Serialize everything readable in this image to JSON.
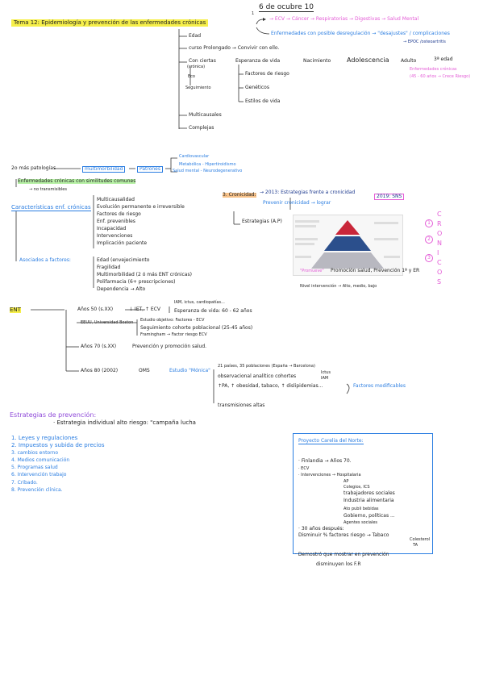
{
  "header": {
    "title": "Tema 12: Epidemiología y prevención de las enfermedades crónicas",
    "number": "1",
    "date": "6 de ocubre 10"
  },
  "top": {
    "chain": "→ ECV → Cáncer → Respiratorias → Digestivas → Salud Mental",
    "enf": "Enfermedades con posible desregulación → \"desajustes\" / complicaciones",
    "enf2": "→ EPOC /osteoartritis",
    "edad": "Edad",
    "curso": "curso Prolongado → Convivir con ello.",
    "cierta": "Con ciertas",
    "cierta2": "(crónica)",
    "esperanza": "Esperanza de vida",
    "nacimiento": "Nacimiento",
    "adolescencia": "Adolescencia",
    "adulto": "Adulto",
    "edad3": "3ª edad",
    "enfc": "Enfermedades crónicas",
    "riesgo65": "(45 - 60 años → Crece Riesgo)",
    "eco": "Eco",
    "seguimiento": "Seguimiento",
    "factores": "Factores de riesgo",
    "geneticos": "Genéticos",
    "estilos": "Estilos de vida",
    "multicausales": "Multicausales",
    "complejas": "Complejas"
  },
  "multi": {
    "mas2": "2o más patologías",
    "multimorb": "multimorbilidad",
    "patrones": "Patrones",
    "p1": "Cardiovascular",
    "p2": "Metabólica - Hipertiroidismo",
    "p3": "Salud mental - Neurodegenerativo",
    "enfcron": "Enfermedades crónicas con similitudes comunes",
    "notrans": "→ no transmisibles"
  },
  "cronicidad": {
    "title": "3. Cronicidad:",
    "c1": "→ 2013: Estrategias frente a cronicidad",
    "c2": "Prevenir cronicidad → lograr",
    "c3": "2019: SNS",
    "estrategias": "Estrategias (A.P)",
    "vertical": [
      "C",
      "R",
      "O",
      "N",
      "I",
      "C",
      "O",
      "S"
    ],
    "nums": [
      "1",
      "2",
      "3"
    ],
    "promueve": "\"Promueve\"",
    "promueve2": "Promoción salud, Prevención 1ª y ER",
    "nivel": "Nivel intervención → Alto, medio, bajo"
  },
  "caract": {
    "title": "Características enf. crónicas",
    "items": [
      "Multicausalidad",
      "Evolución permanente e irreversible",
      "Factores de riesgo",
      "Enf. prevenibles",
      "Incapacidad",
      "Intervenciones",
      "Implicación paciente"
    ],
    "asociados": "Asociados a factores:",
    "asoc": [
      "Edad (envejecimiento",
      "Fragilidad",
      "Multimorbilidad (2 ó más ENT crónicas)",
      "Polifarmacia (6+ prescripciones)",
      "Dependencia → Alto"
    ]
  },
  "ent": {
    "label": "ENT",
    "a50": "Años 50 (s.XX)",
    "ecv": "↓ IET, ↑ ECV",
    "iam": "IAM, ictus, cardiopatías...",
    "esp": "Esperanza de vida: 60 - 62 años",
    "boston": "EEUU, Universidad Boston",
    "estudio": "Estudio objetivo: Factores - ECV",
    "seguim": "Seguimiento cohorte poblacional (25-45 años)",
    "fram": "Framingham → Factor riesgo ECV",
    "a70": "Años 70 (s.XX)",
    "prom": "Prevención y promoción salud.",
    "a80": "Años 80 (2002)",
    "oms": "OMS",
    "monica": "Estudio \"Mónica\"",
    "paises": "21 países, 35 poblaciones (España → Barcelona)",
    "observ": "observacional analítico cohortes",
    "ictus": "Ictus",
    "iam2": "IAM",
    "tpa": "↑PA, ↑ obesidad, tabaco, ↑ dislipidemias...",
    "modif": "Factores modificables",
    "trans": "transmisiones altas"
  },
  "prev": {
    "title": "Estrategias de prevención:",
    "sub": "· Estrategia individual alto riesgo: \"campaña lucha",
    "items": [
      "1. Leyes y regulaciones",
      "2. Impuestos y subida de precios",
      "3. cambios entorno",
      "4. Medios comunicación",
      "5. Programas salud",
      "6. Intervención trabajo",
      "7. Cribado.",
      "8. Prevención clínica."
    ]
  },
  "karelia": {
    "title": "Proyecto Carelia del Norte:",
    "l1": "· Finlandia → Años 70.",
    "l2": "· ECV",
    "l3": "· Intervenciones → Hospitalaria",
    "l4": "AP",
    "l5": "Colegios, ICS",
    "l6": "trabajadores sociales",
    "l7": "Industria alimentaria",
    "l8": "Ato publi bebidas",
    "l9": "Gobierno, políticas ...",
    "l10": "Agentes sociales",
    "l11": "· 30 años después:",
    "l12": "Disminuir % factores riesgo → Tabaco",
    "l13": "Colesterol",
    "l14": "TA",
    "l15": "· Demostró que mostrar en prevención",
    "l16": "disminuyen los F.R"
  },
  "colors": {
    "blue": "#2a7de1",
    "pink": "#e35bd6",
    "yellow": "#f6ef4a",
    "orange": "#f7c28a"
  }
}
